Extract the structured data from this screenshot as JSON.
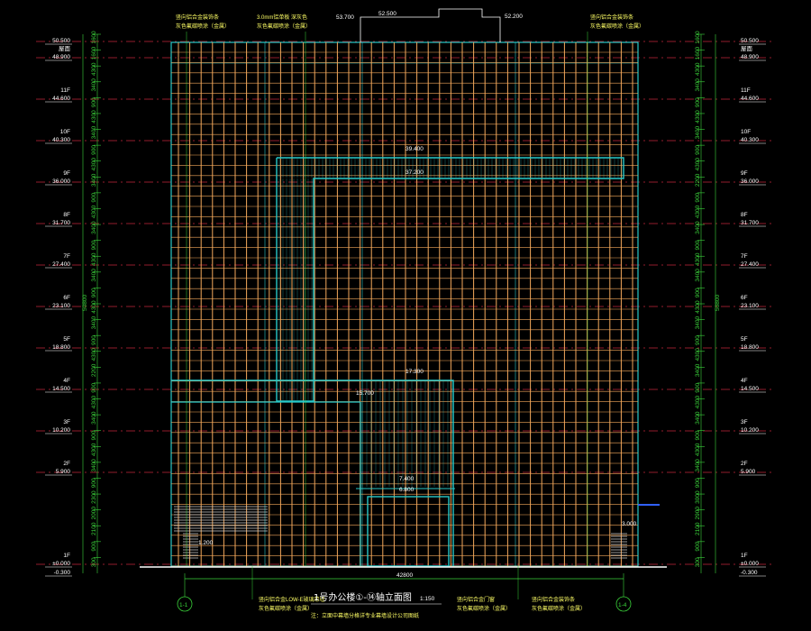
{
  "drawing": {
    "title": "1号办公楼①-⑭轴立面图",
    "scale": "1:150",
    "note": "注：立面中幕墙分格详专业幕墙设计公司图纸",
    "total_width": "42800",
    "axis_left": "1-1",
    "axis_right": "1-4"
  },
  "levels": [
    {
      "floor": "",
      "elev": "50.500"
    },
    {
      "floor": "屋面",
      "elev": "48.900"
    },
    {
      "floor": "11F",
      "elev": "44.600"
    },
    {
      "floor": "10F",
      "elev": "40.300"
    },
    {
      "floor": "9F",
      "elev": "36.000"
    },
    {
      "floor": "8F",
      "elev": "31.700"
    },
    {
      "floor": "7F",
      "elev": "27.400"
    },
    {
      "floor": "6F",
      "elev": "23.100"
    },
    {
      "floor": "5F",
      "elev": "18.800"
    },
    {
      "floor": "4F",
      "elev": "14.500"
    },
    {
      "floor": "3F",
      "elev": "10.200"
    },
    {
      "floor": "2F",
      "elev": "5.900"
    },
    {
      "floor": "1F",
      "elev": "±0.000"
    },
    {
      "floor": "",
      "elev": "-0.300"
    }
  ],
  "dims_left": [
    "1600",
    "1600",
    "4300",
    "3400",
    "900",
    "4300",
    "3400",
    "900",
    "4300",
    "3400",
    "900",
    "4300",
    "3400",
    "900",
    "4300",
    "3400",
    "900",
    "4300",
    "3400",
    "900",
    "4300",
    "2200",
    "900",
    "4300",
    "3400",
    "900",
    "4300",
    "3400",
    "900",
    "2300",
    "2000",
    "2100",
    "900",
    "300"
  ],
  "dims_right": [
    "1600",
    "1600",
    "4300",
    "3400",
    "900",
    "4300",
    "3400",
    "900",
    "4300",
    "2200",
    "900",
    "4300",
    "3400",
    "900",
    "4300",
    "3400",
    "900",
    "4300",
    "3400",
    "900",
    "4300",
    "3400",
    "900",
    "4300",
    "3400",
    "900",
    "4300",
    "3400",
    "900",
    "3000",
    "2900",
    "2100",
    "900",
    "300"
  ],
  "overall_dim": "50800",
  "annotations": {
    "top_53700": "53.700",
    "top_52500": "52.500",
    "top_52200": "52.200",
    "mid_39400": "39.400",
    "mid_37200": "37.200",
    "mid_17300": "17.300",
    "mid_15700": "15.700",
    "low_7400": "7.400",
    "low_6800": "6.800",
    "low_3000": "3.000",
    "low_1200": "1.200",
    "note_top1": "竖向铝合金装饰条",
    "note_top1b": "灰色氟碳喷涂（金属）",
    "note_top2": "3.0mm铝单板 深灰色",
    "note_top2b": "灰色氟碳喷涂（金属）",
    "note_top3": "竖向铝合金装饰条",
    "note_top3b": "灰色氟碳喷涂（金属）",
    "note_bot1": "竖向铝合金LOW-E玻璃幕墙",
    "note_bot1b": "灰色氟碳喷涂（金属）",
    "note_bot2": "竖向铝合金门窗",
    "note_bot2b": "灰色氟碳喷涂（金属）",
    "note_bot3": "竖向铝合金装饰条",
    "note_bot3b": "灰色氟碳喷涂（金属）"
  },
  "colors": {
    "background": "#000000",
    "mullion": "#f3a85b",
    "frame": "#27c9c9",
    "dimension": "#3bd43b",
    "level_line": "#c2263a",
    "text": "#ffffff"
  }
}
